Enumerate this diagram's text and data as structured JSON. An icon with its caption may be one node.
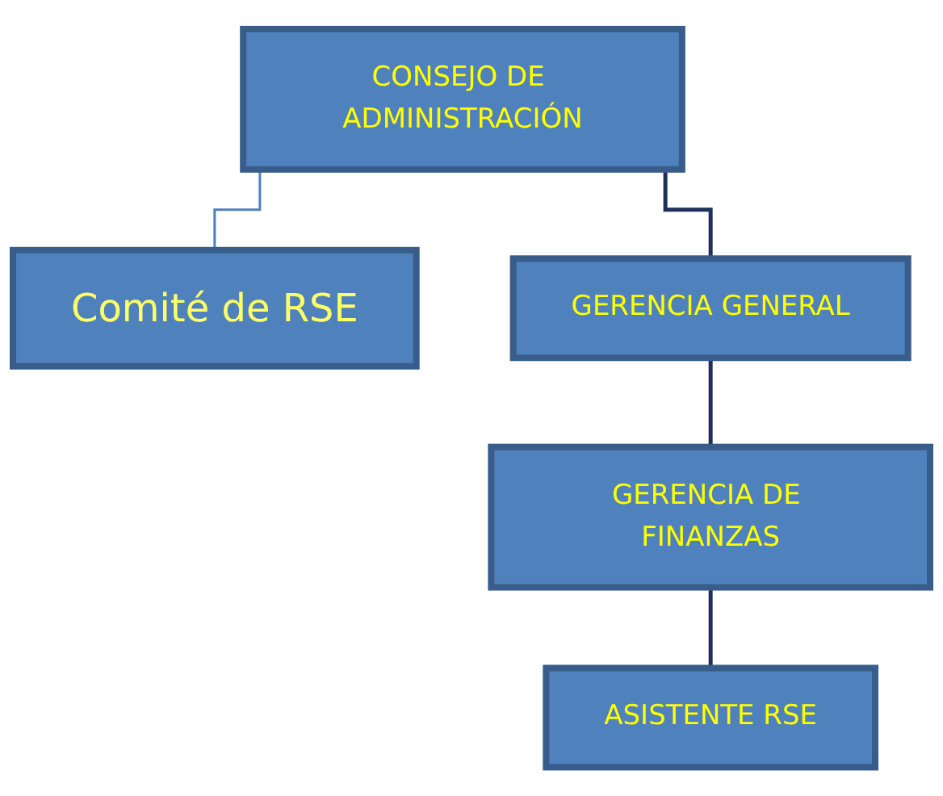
{
  "diagram": {
    "nodes": [
      {
        "text": [
          "CONSEJO DE ADMINISTRACIÓN"
        ]
      },
      {
        "text": [
          "Comité de RSE"
        ]
      },
      {
        "text": [
          "GERENCIA GENERAL"
        ]
      },
      {
        "text": [
          "GERENCIA DE FINANZAS"
        ]
      },
      {
        "text": [
          "ASISTENTE RSE"
        ]
      }
    ],
    "edges": [
      {
        "from": 0,
        "to": 2,
        "arrow": "none"
      },
      {
        "from": 0,
        "to": 1,
        "arrow": "none",
        "color": "#4f81bd"
      },
      {
        "from": 2,
        "to": 3,
        "arrow": "none"
      },
      {
        "from": 3,
        "to": 4,
        "arrow": "none"
      }
    ]
  }
}
